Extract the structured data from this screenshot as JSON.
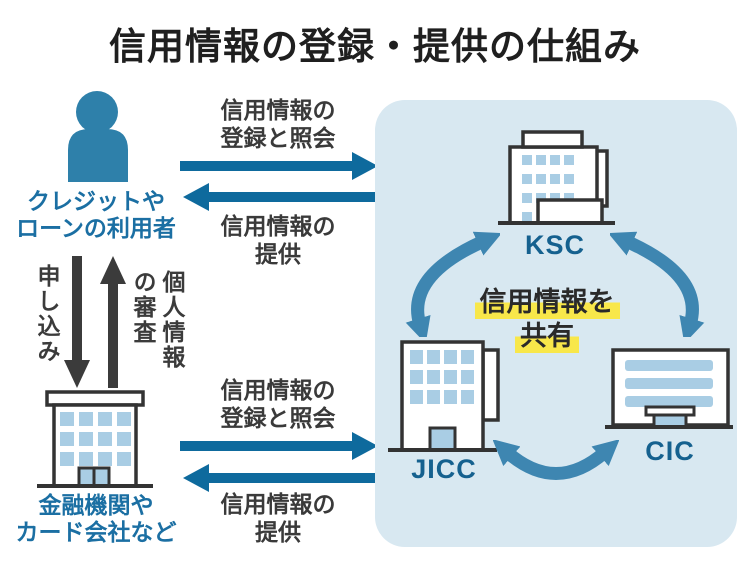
{
  "title": "信用情報の登録・提供の仕組み",
  "user": {
    "label1": "クレジットや",
    "label2": "ローンの利用者"
  },
  "bank": {
    "label1": "金融機関や",
    "label2": "カード会社など"
  },
  "flows": {
    "register_top": {
      "line1": "信用情報の",
      "line2": "登録と照会"
    },
    "provide_top": {
      "line1": "信用情報の",
      "line2": "提供"
    },
    "register_bottom": {
      "line1": "信用情報の",
      "line2": "登録と照会"
    },
    "provide_bottom": {
      "line1": "信用情報の",
      "line2": "提供"
    },
    "apply": "申し込み",
    "screening": "個人情報の審査"
  },
  "agencies": {
    "share1": "信用情報を",
    "share2": "共有",
    "ksc": "KSC",
    "jicc": "JICC",
    "cic": "CIC"
  },
  "colors": {
    "straight_arrow_blue": "#0e6a9d",
    "curved_arrow_blue": "#3e86b1",
    "person_blue": "#2e80aa",
    "label_blue": "#1b6fa3",
    "org_label_blue": "#15618f",
    "panel_bg": "#d8e8f1",
    "window_blue": "#a9cde4",
    "highlight_yellow": "#f8e74a",
    "dark_arrow": "#3b3b3b",
    "outline_dark": "#333333"
  }
}
